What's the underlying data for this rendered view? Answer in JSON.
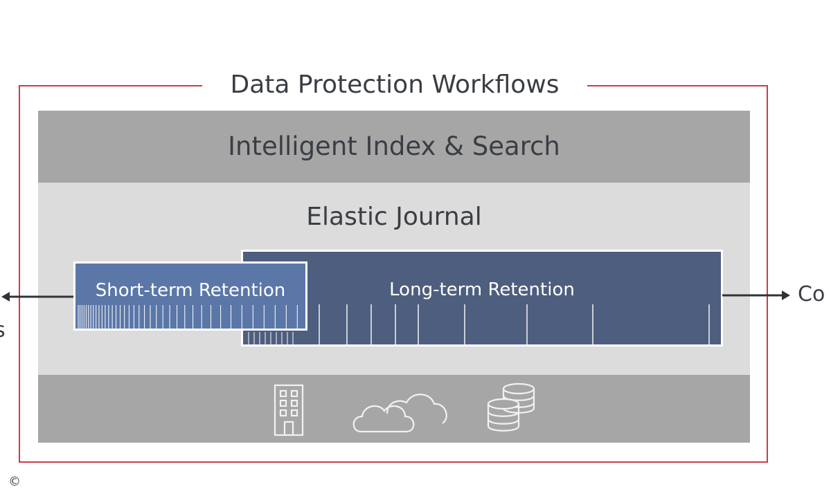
{
  "diagram": {
    "title": "Data Protection Workflows",
    "index_layer": "Intelligent Index & Search",
    "journal_layer": "Elastic Journal",
    "short_term": "Short-term Retention",
    "long_term": "Long-term Retention",
    "left_edge_text": "s",
    "right_edge_text": "Co",
    "copyright_mark": "©"
  },
  "icons": {
    "storage": [
      "building-icon",
      "cloud-icon",
      "database-icon"
    ]
  },
  "colors": {
    "frame": "#cf3a44",
    "long_term_box": "#4e5e7e",
    "short_term_box": "#5b77a7",
    "index_band": "#a6a6a6",
    "journal_band": "#dcdcdc"
  }
}
